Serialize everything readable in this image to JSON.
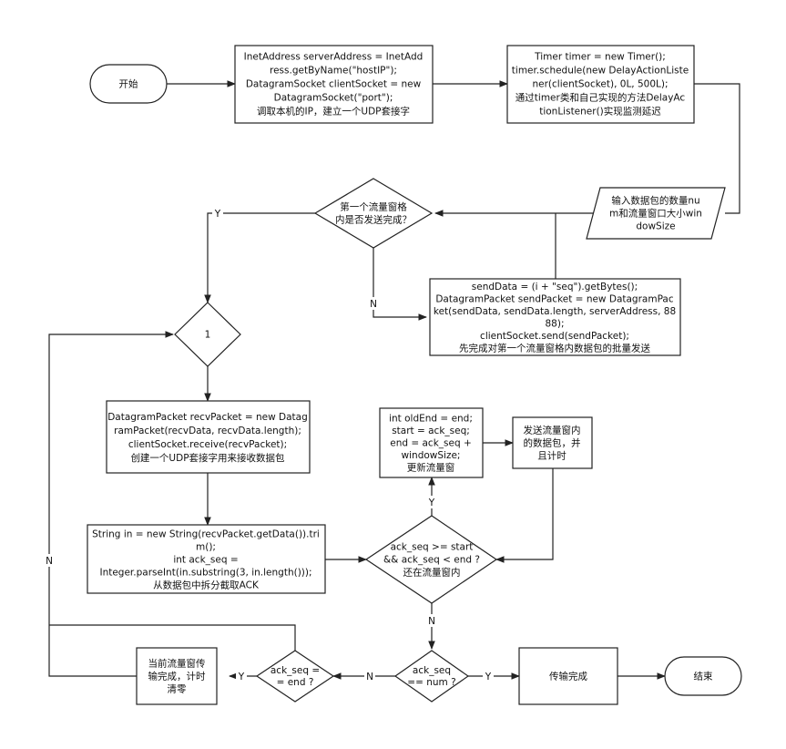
{
  "nodes": {
    "start": [
      "开始"
    ],
    "init_socket": [
      "InetAddress serverAddress = InetAdd",
      "ress.getByName(\"hostIP\");",
      "DatagramSocket clientSocket = new",
      "DatagramSocket(\"port\");",
      "调取本机的IP，建立一个UDP套接字"
    ],
    "timer": [
      "Timer timer = new Timer();",
      "timer.schedule(new DelayActionListe",
      "ner(clientSocket), 0L, 500L);",
      "通过timer类和自己实现的方法DelayAc",
      "tionListener()实现监测延迟"
    ],
    "input_params": [
      "输入数据包的数量nu",
      "m和流量窗口大小win",
      "dowSize"
    ],
    "first_window_done": [
      "第一个流量窗格",
      "内是否发送完成？"
    ],
    "send_batch": [
      "sendData = (i + \"seq\").getBytes();",
      "DatagramPacket sendPacket = new DatagramPac",
      "ket(sendData, sendData.length, serverAddress, 88",
      "88);",
      "clientSocket.send(sendPacket);",
      "先完成对第一个流量窗格内数据包的批量发送"
    ],
    "connector": [
      "1"
    ],
    "receive": [
      "DatagramPacket recvPacket = new Datag",
      "ramPacket(recvData, recvData.length);",
      "clientSocket.receive(recvPacket);",
      "创建一个UDP套接字用来接收数据包"
    ],
    "parse_ack": [
      "String in = new String(recvPacket.getData()).tri",
      "m();",
      "int ack_seq =",
      "Integer.parseInt(in.substring(3, in.length()));",
      "从数据包中拆分截取ACK"
    ],
    "in_window": [
      "ack_seq >= start",
      "&& ack_seq < end ?",
      "还在流量窗内"
    ],
    "update_window": [
      "int oldEnd = end;",
      "start = ack_seq;",
      "end = ack_seq +",
      "windowSize;",
      "更新流量窗"
    ],
    "send_window": [
      "发送流量窗内",
      "的数据包，并",
      "且计时"
    ],
    "ack_eq_num": [
      "ack_seq",
      "== num ?"
    ],
    "ack_eq_end": [
      "ack_seq =",
      "= end ?"
    ],
    "window_done": [
      "当前流量窗传",
      "输完成，计时",
      "清零"
    ],
    "transfer_done": [
      "传输完成"
    ],
    "end": [
      "结束"
    ]
  },
  "edge_labels": {
    "first_yes": "Y",
    "first_no": "N",
    "in_window_yes": "Y",
    "in_window_no": "N",
    "num_yes": "Y",
    "num_no": "N",
    "end_yes": "Y",
    "loop_no": "N"
  }
}
